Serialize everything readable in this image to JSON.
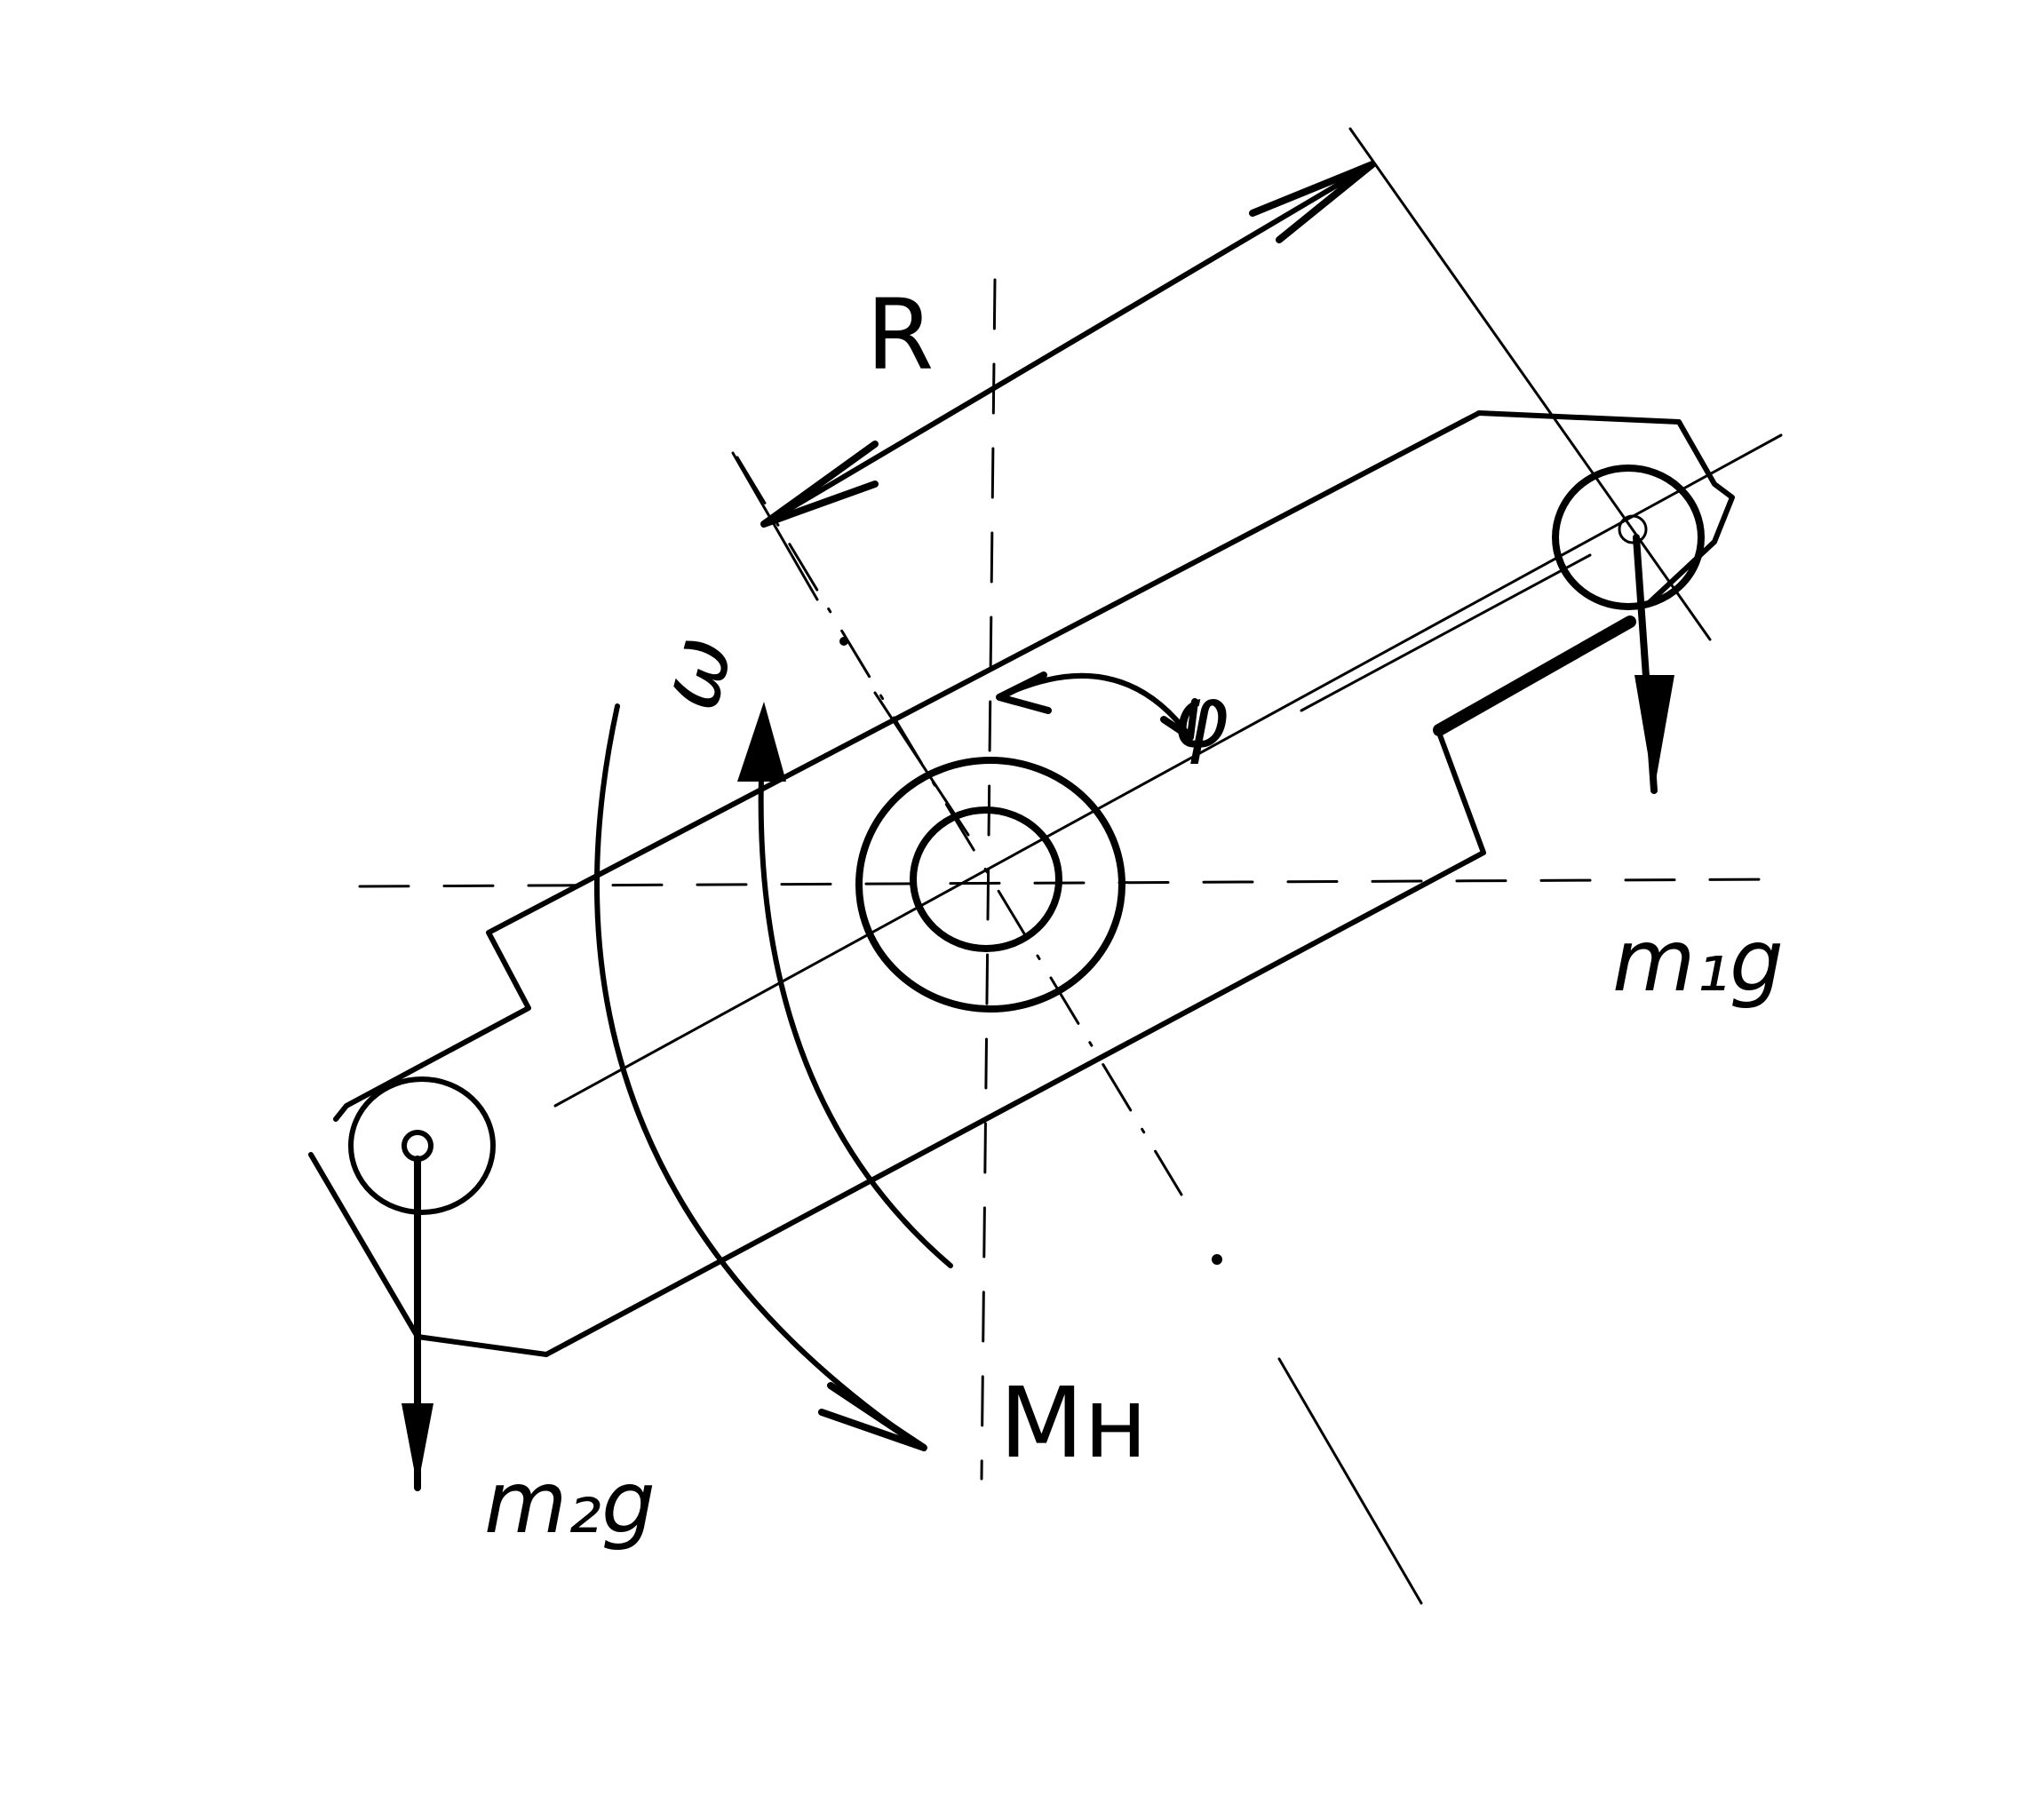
{
  "diagram": {
    "labels": {
      "radius": "R",
      "angular_velocity": "ω",
      "angle": "φ",
      "weight_1": "m₁g",
      "weight_2": "m₂g",
      "moment": "Mн"
    }
  },
  "colors": {
    "ink": "#000000",
    "background": "#ffffff"
  }
}
